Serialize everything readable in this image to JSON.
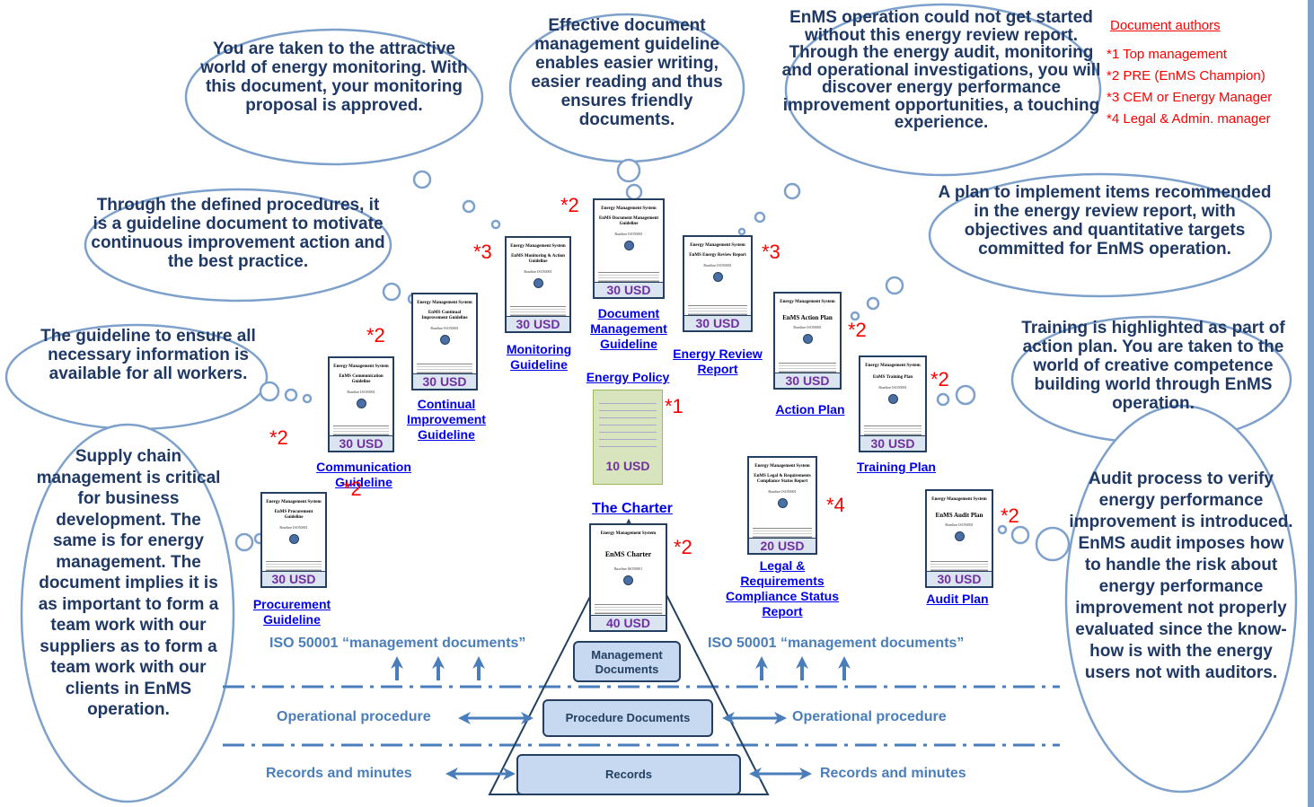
{
  "legend": {
    "title": "Document authors",
    "items": [
      "*1  Top management",
      "*2  PRE (EnMS Champion)",
      "*3  CEM or Energy Manager",
      "*4  Legal & Admin. manager"
    ]
  },
  "clouds": {
    "monitoring": "You are taken to the attractive world of energy monitoring. With this document, your monitoring proposal is approved.",
    "doc_mgmt": "Effective document management guideline enables easier writing, easier reading and thus ensures friendly documents.",
    "review": "EnMS operation could not get started without this energy review report. Through the energy audit, monitoring and operational investigations, you will discover energy performance improvement opportunities, a touching experience.",
    "procedures": "Through the defined procedures, it is a guideline document to motivate continuous improvement action and the best practice.",
    "action_plan": "A plan to implement items recommended in the energy review report, with objectives and quantitative targets committed for EnMS operation.",
    "communication": "The guideline to ensure all necessary information is available for all workers.",
    "training": "Training is highlighted as part of action plan. You are taken to the world of creative competence building world through EnMS operation.",
    "supply_chain": "Supply chain management is critical for business development. The same is for energy management. The document implies it is as important to form a team work with our suppliers as to form a team work with our clients in EnMS operation.",
    "audit": "Audit process to verify energy performance improvement is introduced. EnMS audit imposes how to handle the risk about energy performance improvement not properly evaluated since the know-how is with the energy users not with auditors."
  },
  "doc_header": "Energy Management System",
  "doc_baseline": "Baseline ISO50001",
  "documents": {
    "procurement": {
      "title": "EnMS Procurement Guideline",
      "price": "30 USD",
      "link": "Procurement Guideline",
      "author": "*2"
    },
    "communication": {
      "title": "EnMS Communication Guideline",
      "price": "30 USD",
      "link": "Communication Guideline",
      "author": "*2"
    },
    "continual": {
      "title": "EnMS Continual Improvement Guideline",
      "price": "30 USD",
      "link": "Continual Improvement Guideline",
      "author": "*2"
    },
    "monitoring": {
      "title": "EnMS Monitoring & Action Guideline",
      "price": "30 USD",
      "link": "Monitoring Guideline",
      "author": "*3"
    },
    "doc_mgmt": {
      "title": "EnMS Document Management Guideline",
      "price": "30 USD",
      "link": "Document Management Guideline",
      "author": "*2"
    },
    "review": {
      "title": "EnMS Energy Review Report",
      "price": "30 USD",
      "link": "Energy Review Report",
      "author": "*3"
    },
    "action": {
      "title": "EnMS Action Plan",
      "price": "30 USD",
      "link": "Action Plan",
      "author": "*2"
    },
    "training": {
      "title": "EnMS Training Plan",
      "price": "30 USD",
      "link": "Training Plan",
      "author": "*2"
    },
    "legal": {
      "title": "EnMS Legal & Requirements Compliance Status Report",
      "price": "20 USD",
      "link": "Legal & Requirements Compliance Status Report",
      "author": "*4"
    },
    "audit": {
      "title": "EnMS Audit Plan",
      "price": "30 USD",
      "link": "Audit Plan",
      "author": "*2"
    },
    "charter": {
      "title": "EnMS Charter",
      "price": "40 USD",
      "link": "The Charter",
      "author": "*2"
    },
    "policy": {
      "price": "10 USD",
      "link": "Energy Policy",
      "author": "*1"
    }
  },
  "iso_label": "ISO 50001 “management documents”",
  "pyramid": {
    "top": "Management Documents",
    "middle": "Procedure Documents",
    "bottom": "Records"
  },
  "side_labels": {
    "op_left": "Operational procedure",
    "op_right": "Operational procedure",
    "rec_left": "Records and minutes",
    "rec_right": "Records and minutes"
  },
  "colors": {
    "cloud_fill": "#ffffff",
    "cloud_stroke": "#7ea1cc",
    "text_navy": "#1f3864",
    "author_red": "#ff0000",
    "price_purple": "#7030a0",
    "link_blue": "#0000ee"
  }
}
